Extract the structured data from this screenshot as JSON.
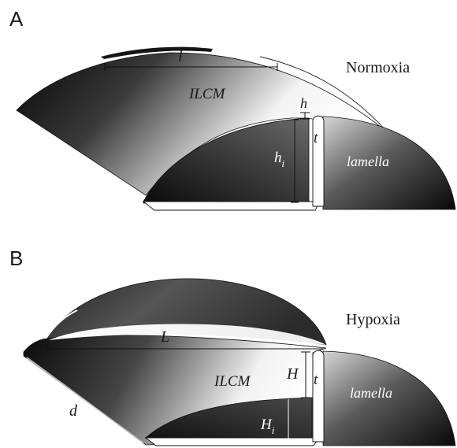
{
  "panel_a": {
    "letter": "A",
    "condition": "Normoxia",
    "labels": {
      "length": "l",
      "ilcm": "ILCM",
      "height_gap": "h",
      "inner_height": "h",
      "inner_height_sub": "i",
      "thickness": "t",
      "lamella": "lamella"
    }
  },
  "panel_b": {
    "letter": "B",
    "condition": "Hypoxia",
    "labels": {
      "length": "L",
      "ilcm": "ILCM",
      "height": "H",
      "inner_height": "H",
      "inner_height_sub": "i",
      "thickness": "t",
      "lamella": "lamella",
      "depth": "d"
    }
  }
}
